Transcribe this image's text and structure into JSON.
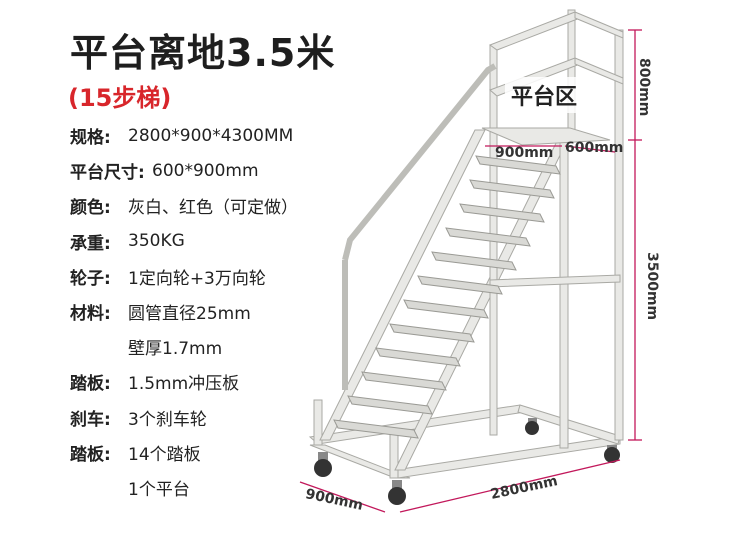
{
  "title": "平台离地3.5米",
  "subtitle": "(15步梯)",
  "specs": [
    {
      "label": "规格:",
      "value": "2800*900*4300MM"
    },
    {
      "label": "平台尺寸:",
      "value": "600*900mm"
    },
    {
      "label": "颜色:",
      "value": "灰白、红色（可定做）"
    },
    {
      "label": "承重:",
      "value": "350KG"
    },
    {
      "label": "轮子:",
      "value": "1定向轮+3万向轮"
    },
    {
      "label": "材料:",
      "value": "圆管直径25mm",
      "continuation": "壁厚1.7mm"
    },
    {
      "label": "踏板:",
      "value": "1.5mm冲压板"
    },
    {
      "label": "刹车:",
      "value": "3个刹车轮"
    },
    {
      "label": "踏板:",
      "value": "14个踏板",
      "continuation": "1个平台"
    }
  ],
  "dimensions": {
    "platform_height": "800mm",
    "height": "3500mm",
    "platform_width": "900mm",
    "platform_depth": "600mm",
    "base_width": "900mm",
    "base_length": "2800mm"
  },
  "platform_label": "平台区",
  "colors": {
    "frame": "#e9e9e6",
    "frame_edge": "#a9a9a4",
    "accent": "#d8262b",
    "dim_line": "#c2185b"
  }
}
